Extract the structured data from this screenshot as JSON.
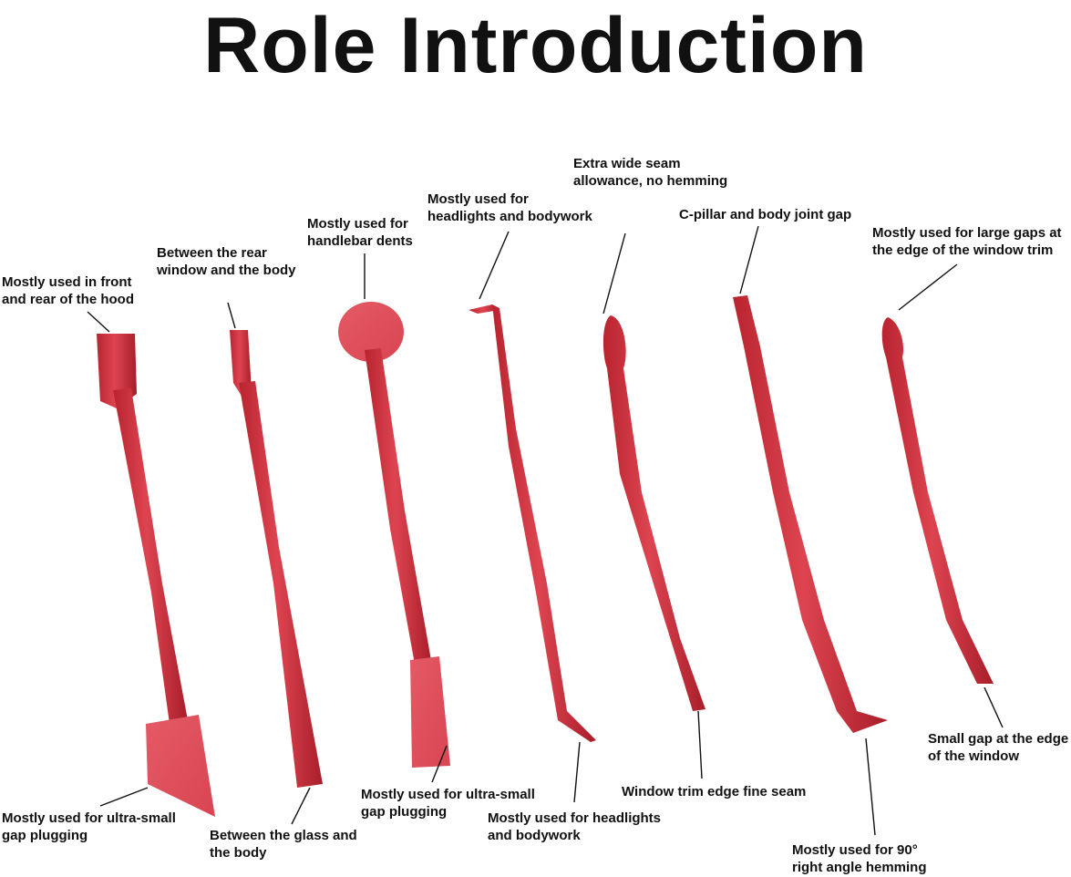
{
  "title": "Role Introduction",
  "colors": {
    "tool_red": "#d1343f",
    "tool_dark": "#a31d2a",
    "tool_light": "#e8606b",
    "background": "#ffffff",
    "text": "#111111"
  },
  "labels": {
    "t1_top": "Mostly used in front\nand rear of the hood",
    "t1_bottom": "Mostly used for ultra-small\ngap plugging",
    "t2_top": "Between the rear\nwindow and the body",
    "t2_bottom": "Between the glass and\nthe body",
    "t3_top": "Mostly used for\nhandlebar dents",
    "t3_bottom": "Mostly used for ultra-small\ngap plugging",
    "t4_top": "Mostly used for\nheadlights and bodywork",
    "t4_bottom": "Mostly used for headlights\nand bodywork",
    "t5_top": "Extra wide seam\nallowance, no hemming",
    "t5_bottom": "Window trim edge fine seam",
    "t6_top": "C-pillar and body joint gap",
    "t6_bottom": "Mostly used for 90°\nright angle hemming",
    "t7_top": "Mostly used for large gaps at\nthe edge of the window trim",
    "t7_bottom": "Small gap at the edge\nof the window"
  }
}
